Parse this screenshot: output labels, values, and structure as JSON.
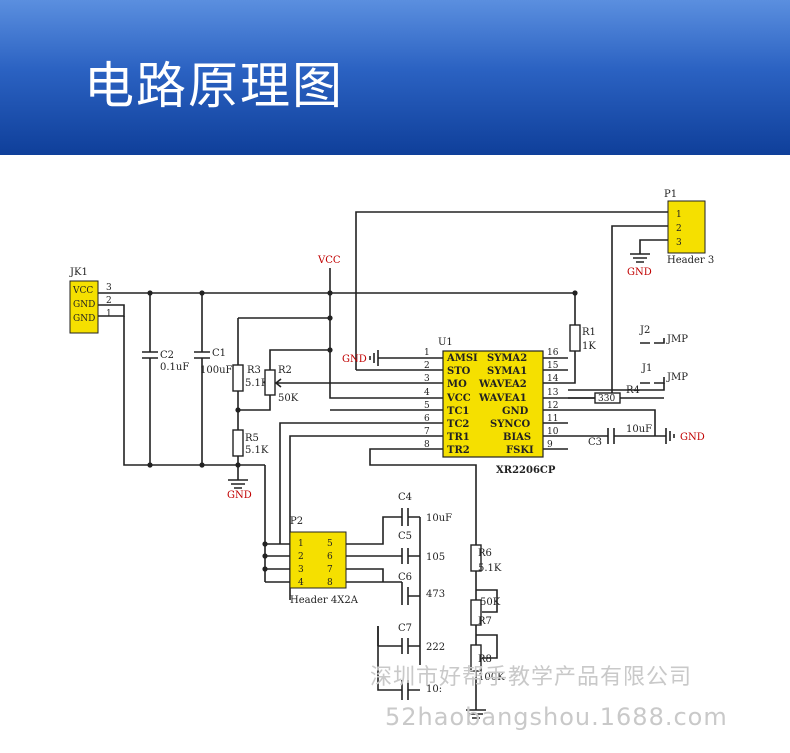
{
  "header": {
    "title": "电路原理图"
  },
  "schematic": {
    "jk1": {
      "ref": "JK1",
      "pins": [
        "VCC",
        "GND",
        "GND"
      ],
      "nums": [
        "3",
        "2",
        "1"
      ]
    },
    "p1": {
      "ref": "P1",
      "pins": [
        "1",
        "2",
        "3"
      ],
      "name": "Header 3",
      "gnd": "GND"
    },
    "vcc": "VCC",
    "c2": {
      "ref": "C2",
      "value": "0.1uF"
    },
    "c1": {
      "ref": "C1",
      "value": "100uF"
    },
    "r3": {
      "ref": "R3",
      "value": "5.1K"
    },
    "r2": {
      "ref": "R2",
      "value": "50K"
    },
    "r5": {
      "ref": "R5",
      "value": "5.1K"
    },
    "gnd_left": "GND",
    "u1": {
      "ref": "U1",
      "name": "XR2206CP",
      "left_nums": [
        "1",
        "2",
        "3",
        "4",
        "5",
        "6",
        "7",
        "8"
      ],
      "left_pins": [
        "AMSI",
        "STO",
        "MO",
        "VCC",
        "TC1",
        "TC2",
        "TR1",
        "TR2"
      ],
      "right_pins": [
        "SYMA2",
        "SYMA1",
        "WAVEA2",
        "WAVEA1",
        "GND",
        "SYNCO",
        "BIAS",
        "FSKI"
      ],
      "right_nums": [
        "16",
        "15",
        "14",
        "13",
        "12",
        "11",
        "10",
        "9"
      ]
    },
    "gnd_u1": "GND",
    "r1": {
      "ref": "R1",
      "value": "1K"
    },
    "j2": {
      "ref": "J2",
      "value": "JMP"
    },
    "j1": {
      "ref": "J1",
      "value": "JMP"
    },
    "r4": {
      "ref": "R4",
      "value": "330"
    },
    "c3": {
      "ref": "C3",
      "value": "10uF"
    },
    "gnd_right": "GND",
    "p2": {
      "ref": "P2",
      "name": "Header 4X2A",
      "left": [
        "1",
        "2",
        "3",
        "4"
      ],
      "right": [
        "5",
        "6",
        "7",
        "8"
      ]
    },
    "c4": {
      "ref": "C4",
      "value": "10uF"
    },
    "c5": {
      "ref": "C5",
      "value": "105"
    },
    "c6": {
      "ref": "C6",
      "value": "473"
    },
    "c7": {
      "ref": "C7",
      "value": "222"
    },
    "c8": {
      "value": "10:"
    },
    "r6": {
      "ref": "R6",
      "value": "5.1K"
    },
    "r7": {
      "ref": "R7",
      "value": "50K"
    },
    "r8": {
      "ref": "R8",
      "value": "100K"
    }
  },
  "watermark": {
    "line1": "深圳市好帮手教学产品有限公司",
    "line2": "52haobangshou.1688.com"
  }
}
